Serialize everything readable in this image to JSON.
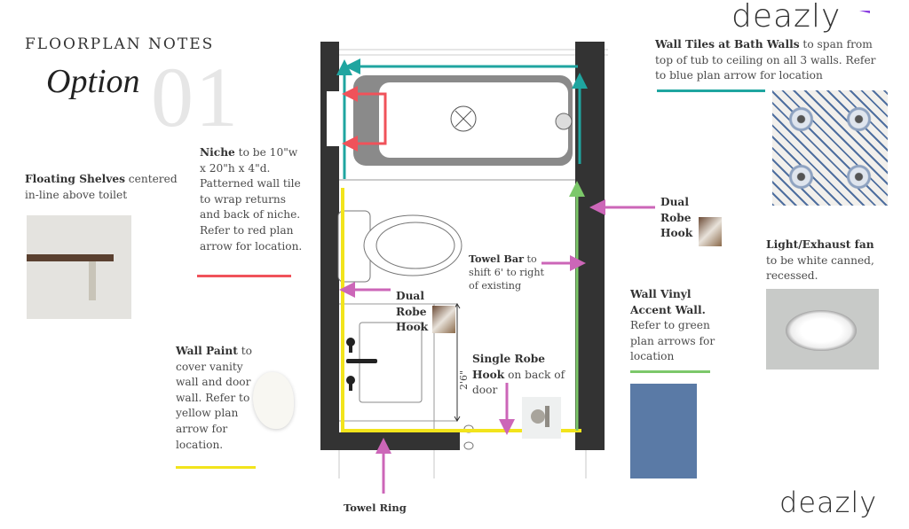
{
  "header": {
    "title": "FLOORPLAN NOTES",
    "option_script": "Option",
    "option_number": "01"
  },
  "brand": {
    "logo_top": "deazly",
    "logo_bottom": "deazly"
  },
  "notes": {
    "floating_shelves": {
      "bold": "Floating Shelves",
      "text": " centered in-line above toilet"
    },
    "niche": {
      "bold": "Niche",
      "text": " to be 10\"w x 20\"h x 4\"d. Patterned wall tile to wrap returns and back of niche. Refer to red plan arrow for location."
    },
    "wall_paint": {
      "bold": "Wall Paint",
      "text": " to cover vanity wall and door wall. Refer to yellow plan arrow for location."
    },
    "wall_tiles": {
      "bold": "Wall Tiles at Bath Walls",
      "text": " to span from  top of tub to  ceiling  on all 3 walls. Refer to blue plan arrow for location"
    },
    "dual_robe_right": {
      "bold": "Dual Robe Hook"
    },
    "light_fan": {
      "bold": "Light/Exhaust fan",
      "text": " to be white canned, recessed."
    },
    "wall_vinyl": {
      "bold": "Wall Vinyl Accent Wall.",
      "text": " Refer to green plan arrows for location"
    },
    "towel_bar": {
      "bold": "Towel Bar",
      "text": " to shift 6' to right of existing"
    },
    "dual_robe_center": {
      "bold": "Dual Robe Hook"
    },
    "single_robe": {
      "bold": "Single Robe Hook",
      "text": " on back of door"
    },
    "towel_ring": {
      "bold": "Towel Ring"
    }
  },
  "plan": {
    "dimension_label": "2'6\""
  },
  "colors": {
    "teal": "#1fa5a0",
    "red": "#f0525a",
    "yellow": "#f2e41c",
    "green": "#7cc86a",
    "pink": "#cc66b8",
    "wall": "#333333",
    "swatch_blue": "#5a7aa6",
    "accent_purple": "#8a3ee0"
  }
}
